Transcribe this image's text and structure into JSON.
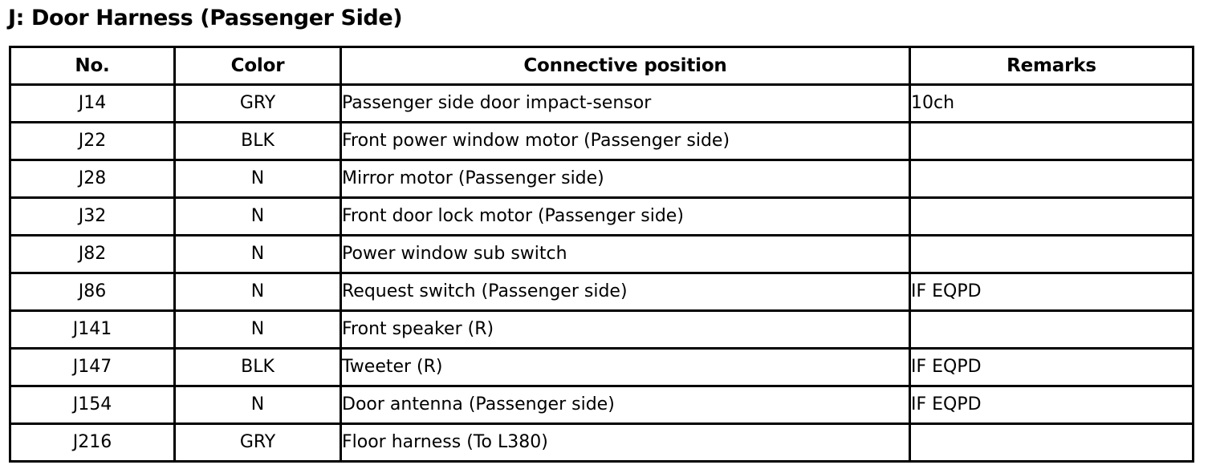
{
  "document": {
    "title": "J: Door Harness (Passenger Side)"
  },
  "table": {
    "headers": {
      "no": "No.",
      "color": "Color",
      "position": "Connective position",
      "remarks": "Remarks"
    },
    "rows": [
      {
        "no": "J14",
        "color": "GRY",
        "position": "Passenger side door impact-sensor",
        "remarks": "10ch"
      },
      {
        "no": "J22",
        "color": "BLK",
        "position": "Front power window motor (Passenger side)",
        "remarks": ""
      },
      {
        "no": "J28",
        "color": "N",
        "position": "Mirror motor (Passenger side)",
        "remarks": ""
      },
      {
        "no": "J32",
        "color": "N",
        "position": "Front door lock motor (Passenger side)",
        "remarks": ""
      },
      {
        "no": "J82",
        "color": "N",
        "position": "Power window sub switch",
        "remarks": ""
      },
      {
        "no": "J86",
        "color": "N",
        "position": "Request switch (Passenger side)",
        "remarks": "IF EQPD"
      },
      {
        "no": "J141",
        "color": "N",
        "position": "Front speaker (R)",
        "remarks": ""
      },
      {
        "no": "J147",
        "color": "BLK",
        "position": "Tweeter (R)",
        "remarks": "IF EQPD"
      },
      {
        "no": "J154",
        "color": "N",
        "position": "Door antenna (Passenger side)",
        "remarks": "IF EQPD"
      },
      {
        "no": "J216",
        "color": "GRY",
        "position": "Floor harness (To L380)",
        "remarks": ""
      }
    ]
  },
  "colors": {
    "ink": "#000000",
    "paper": "#ffffff"
  }
}
